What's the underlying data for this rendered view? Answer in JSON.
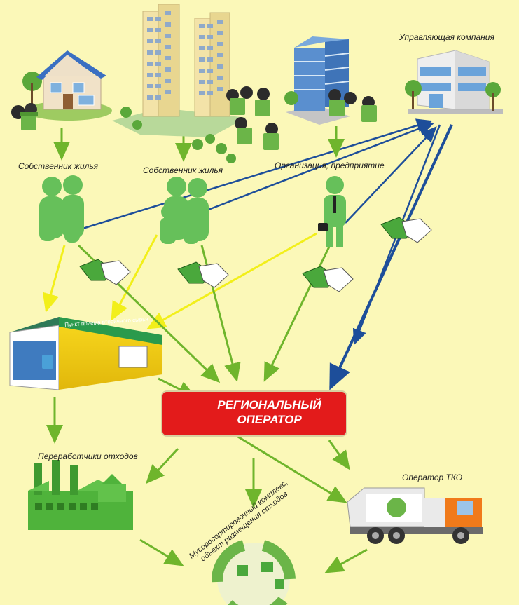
{
  "labels": {
    "owner_left": "Собственник жилья",
    "owner_mid": "Собственник жилья",
    "organization": "Организация, предприятие",
    "management_company": "Управляющая компания",
    "kiosk_sign": "Пункт приема вторичного сырья",
    "regional_operator_line1": "РЕГИОНАЛЬНЫЙ",
    "regional_operator_line2": "ОПЕРАТОР",
    "waste_processors": "Переработчики отходов",
    "tko_operator": "Оператор ТКО",
    "sorting_line1": "Мусоросортировочный комплекс,",
    "sorting_line2": "объект размещения отходов"
  },
  "colors": {
    "background": "#fbf8b8",
    "green_arrow": "#6fb52c",
    "yellow_arrow": "#f2ef1a",
    "blue_arrow": "#1d4e9a",
    "regional_operator": "#e31b1b",
    "people_green": "#66c05a"
  }
}
